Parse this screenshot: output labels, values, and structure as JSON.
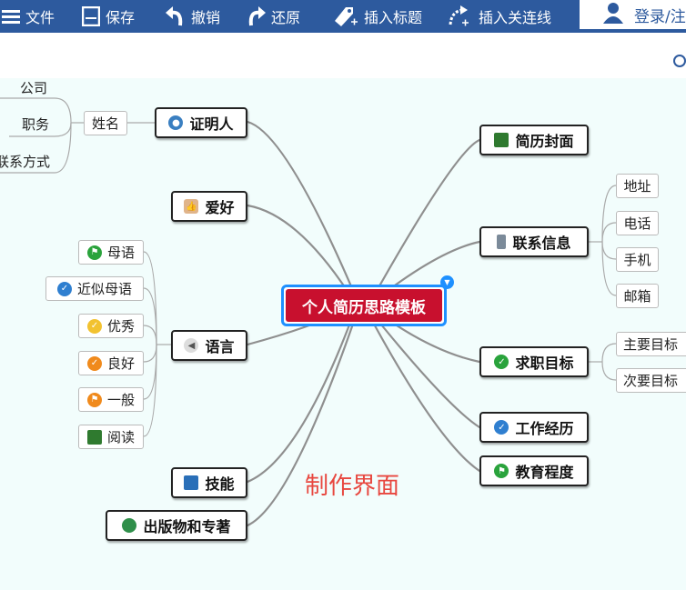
{
  "toolbar": {
    "file": "文件",
    "save": "保存",
    "undo": "撤销",
    "redo": "还原",
    "insert_title": "插入标题",
    "insert_link": "插入关连线",
    "login": "登录/注"
  },
  "mindmap": {
    "root": "个人简历思路模板",
    "left": [
      {
        "label": "证明人",
        "icon": "person-icon",
        "children": [
          {
            "label": "姓名",
            "children": [
              "公司",
              "职务",
              "联系方式"
            ]
          }
        ]
      },
      {
        "label": "爱好",
        "icon": "thumbs-up-icon"
      },
      {
        "label": "语言",
        "icon": "speaker-icon",
        "children": [
          {
            "label": "母语",
            "icon": "green-flag-icon"
          },
          {
            "label": "近似母语",
            "icon": "blue-check-icon"
          },
          {
            "label": "优秀",
            "icon": "yellow-check-icon"
          },
          {
            "label": "良好",
            "icon": "orange-check-icon"
          },
          {
            "label": "一般",
            "icon": "orange-flag-icon"
          },
          {
            "label": "阅读",
            "icon": "book-icon"
          }
        ]
      },
      {
        "label": "技能",
        "icon": "monitor-icon"
      },
      {
        "label": "出版物和专著",
        "icon": "globe-icon"
      }
    ],
    "right": [
      {
        "label": "简历封面",
        "icon": "book-icon"
      },
      {
        "label": "联系信息",
        "icon": "phone-icon",
        "children": [
          "地址",
          "电话",
          "手机",
          "邮箱"
        ]
      },
      {
        "label": "求职目标",
        "icon": "green-check-icon",
        "children": [
          "主要目标",
          "次要目标"
        ]
      },
      {
        "label": "工作经历",
        "icon": "blue-check-icon"
      },
      {
        "label": "教育程度",
        "icon": "green-flag-icon"
      }
    ]
  },
  "watermark": "制作界面",
  "colors": {
    "toolbar": "#2d5a9e",
    "root": "#c8102e",
    "selection": "#1e90ff",
    "canvas": "#f2fdfc"
  }
}
